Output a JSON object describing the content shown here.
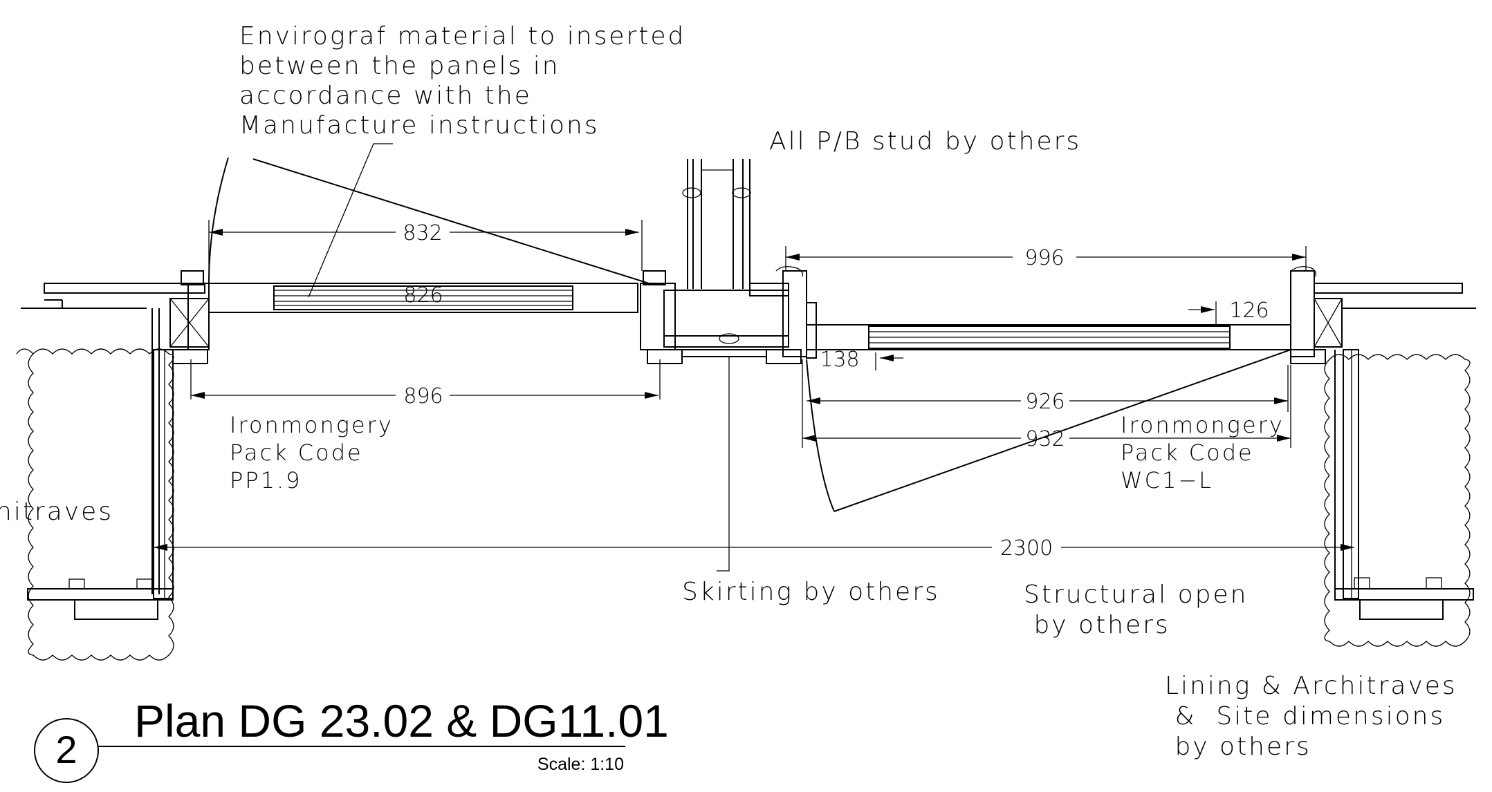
{
  "notes": {
    "envirograf": [
      "Envirograf material to inserted",
      "between the panels in",
      "accordance with the",
      "Manufacture instructions"
    ],
    "stud": "All P/B stud by others",
    "ironmongery_left": [
      "Ironmongery",
      "Pack Code",
      "PP1.9"
    ],
    "ironmongery_right": [
      "Ironmongery",
      "Pack Code",
      "WC1−L"
    ],
    "architraves_left": "hitraves",
    "skirting": "Skirting by others",
    "structural": [
      "Structural open",
      " by others"
    ],
    "lining": [
      "Lining & Architraves",
      " &  Site dimensions",
      " by others"
    ]
  },
  "dimensions": {
    "d832": "832",
    "d826": "826",
    "d896": "896",
    "d996": "996",
    "d126": "126",
    "d138": "138",
    "d926": "926",
    "d932": "932",
    "d2300": "2300"
  },
  "title_block": {
    "number": "2",
    "title": "Plan DG 23.02 & DG11.01",
    "scale": "Scale: 1:10"
  }
}
